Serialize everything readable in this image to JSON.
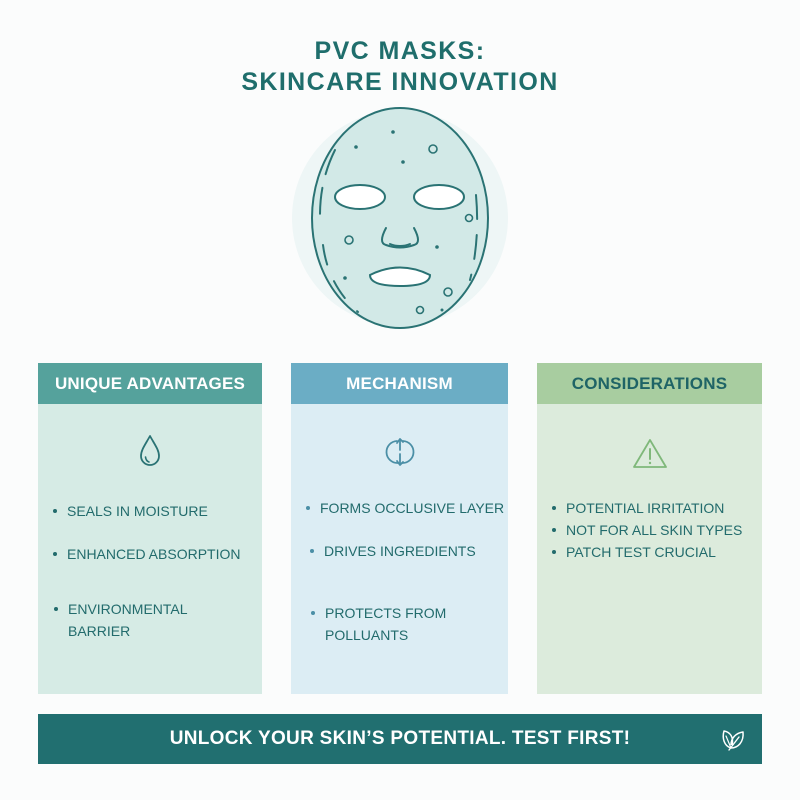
{
  "header": {
    "title_line_1": "PVC MASKS:",
    "title_line_2": "SKINCARE INNOVATION"
  },
  "illustration": {
    "icon": "face-mask-icon"
  },
  "cards": [
    {
      "title": "UNIQUE ADVANTAGES",
      "icon": "water-drop-icon",
      "header_color": "#55a29c",
      "body_color": "#d6ebe5",
      "items": [
        "SEALS IN MOISTURE",
        "ENHANCED ABSORPTION",
        "ENVIRONMENTAL BARRIER"
      ]
    },
    {
      "title": "MECHANISM",
      "icon": "refresh-cycle-icon",
      "header_color": "#6badc5",
      "body_color": "#dcedf4",
      "items": [
        "FORMS OCCLUSIVE LAYER",
        "DRIVES INGREDIENTS",
        "PROTECTS FROM POLLUANTS"
      ]
    },
    {
      "title": "CONSIDERATIONS",
      "icon": "warning-triangle-icon",
      "header_color": "#a8cda0",
      "body_color": "#dcebdc",
      "items": [
        "POTENTIAL IRRITATION",
        "NOT FOR ALL SKIN TYPES",
        "PATCH TEST CRUCIAL"
      ]
    }
  ],
  "footer": {
    "banner_text": "UNLOCK YOUR SKIN’S POTENTIAL. TEST FIRST!",
    "icon": "leaf-icon",
    "color": "#216f70"
  }
}
